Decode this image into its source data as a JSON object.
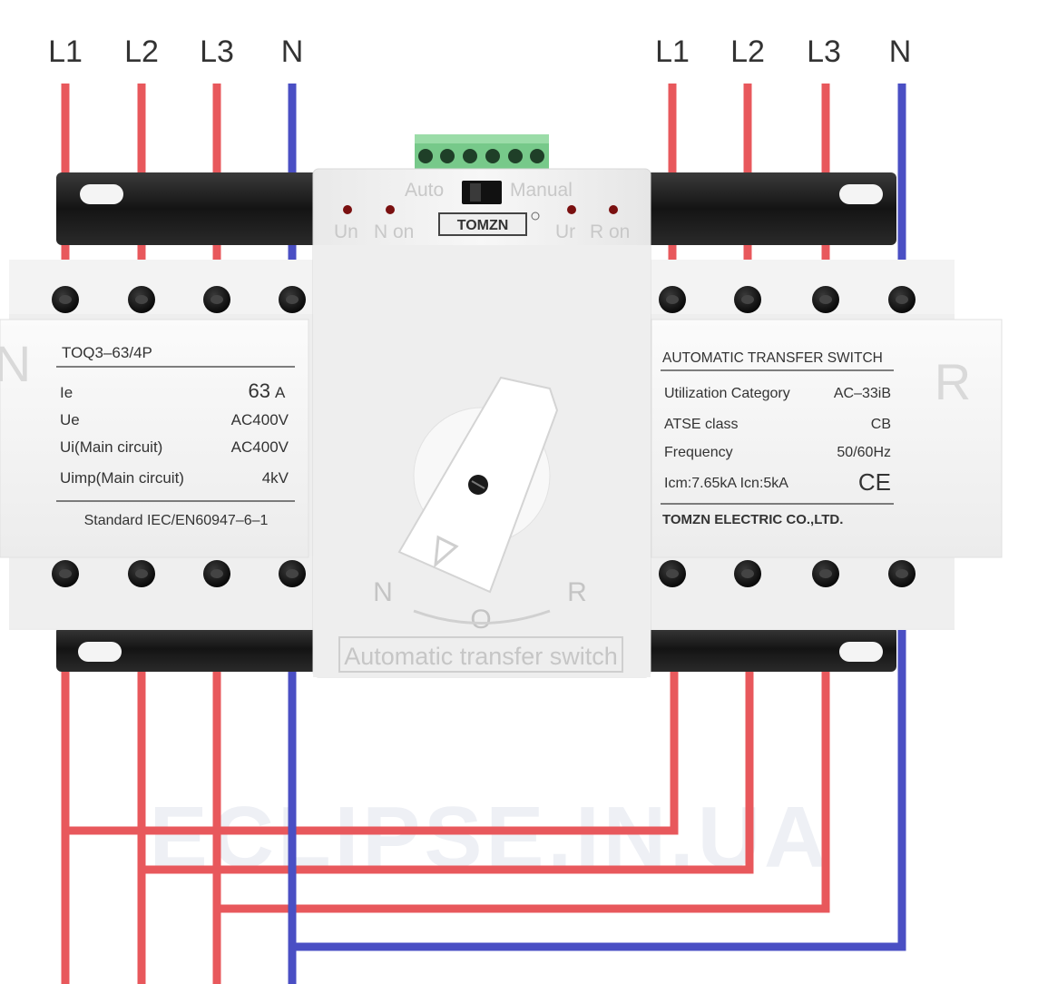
{
  "top_labels_left": [
    "L1",
    "L2",
    "L3",
    "N"
  ],
  "top_labels_right": [
    "L1",
    "L2",
    "L3",
    "N"
  ],
  "wire_colors": {
    "phase": "#e8585c",
    "neutral": "#4a4fc4"
  },
  "center_unit": {
    "mode_auto": "Auto",
    "mode_manual": "Manual",
    "led_un": "Un",
    "led_non": "N on",
    "led_ur": "Ur",
    "led_ron": "R on",
    "brand_badge": "TOMZN",
    "dial_n": "N",
    "dial_o": "O",
    "dial_r": "R",
    "bottom_label": "Automatic transfer switch"
  },
  "left_panel": {
    "side_letter": "N",
    "model": "TOQ3–63/4P",
    "rows": [
      {
        "label": "Ie",
        "value": "63",
        "unit": "A"
      },
      {
        "label": "Ue",
        "value": "AC400V",
        "unit": ""
      },
      {
        "label": "Ui(Main circuit)",
        "value": "AC400V",
        "unit": ""
      },
      {
        "label": "Uimp(Main circuit)",
        "value": "4kV",
        "unit": ""
      }
    ],
    "standard": "Standard IEC/EN60947–6–1"
  },
  "right_panel": {
    "side_letter": "R",
    "title": "AUTOMATIC TRANSFER SWITCH",
    "rows": [
      {
        "label": "Utilization Category",
        "value": "AC–33iB"
      },
      {
        "label": "ATSE class",
        "value": "CB"
      },
      {
        "label": "Frequency",
        "value": "50/60Hz"
      },
      {
        "label": "Icm:7.65kA Icn:5kA",
        "value": "CE"
      }
    ],
    "maker": "TOMZN ELECTRIC CO.,LTD."
  },
  "watermark": "ECLIPSE.IN.UA"
}
